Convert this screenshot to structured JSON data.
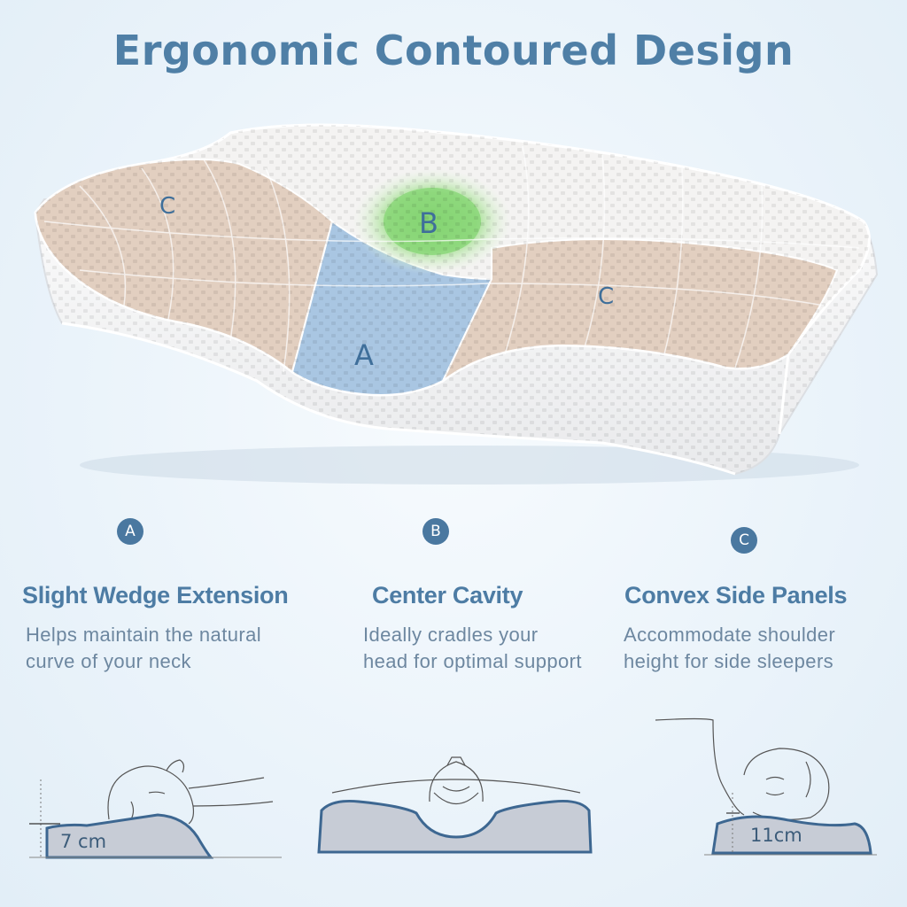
{
  "title": "Ergonomic Contoured Design",
  "zones": {
    "a": "A",
    "b": "B",
    "c_left": "C",
    "c_right": "C"
  },
  "features": [
    {
      "badge": "A",
      "heading": "Slight Wedge Extension",
      "description": "Helps maintain the natural curve of your neck"
    },
    {
      "badge": "B",
      "heading": "Center Cavity",
      "description": "Ideally cradles your head for optimal support"
    },
    {
      "badge": "C",
      "heading": "Convex Side Panels",
      "description": "Accommodate shoulder height for side sleepers"
    }
  ],
  "measurements": {
    "back_height": "7 cm",
    "side_height": "11cm"
  },
  "colors": {
    "title": "#4f7fa6",
    "badge": "#4a78a0",
    "zone_a": "#a9c6e2",
    "zone_b": "#8fd67f",
    "zone_c": "#e2cfc0",
    "pillow_diagram": "#c7ccd6"
  }
}
